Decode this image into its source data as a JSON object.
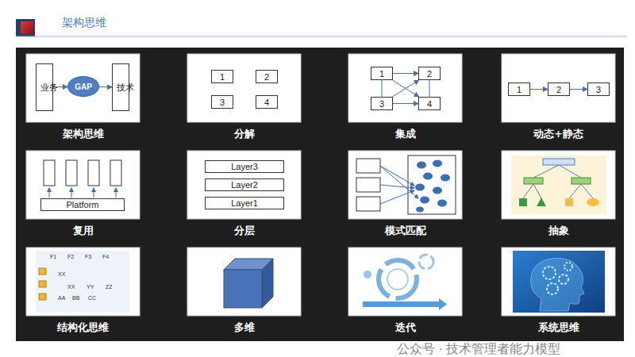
{
  "diagram": {
    "title": "架构思维",
    "nodes": [
      {
        "text": [
          "架构思维"
        ]
      },
      {
        "text": [
          "业务"
        ],
        "in": 0
      },
      {
        "text": [
          "GAP"
        ],
        "in": 0
      },
      {
        "text": [
          "技术"
        ],
        "in": 0
      },
      {
        "text": [
          "分解"
        ]
      },
      {
        "text": [
          "1"
        ],
        "in": 4
      },
      {
        "text": [
          "2"
        ],
        "in": 4
      },
      {
        "text": [
          "3"
        ],
        "in": 4
      },
      {
        "text": [
          "4"
        ],
        "in": 4
      },
      {
        "text": [
          "集成"
        ]
      },
      {
        "text": [
          "1"
        ],
        "in": 9
      },
      {
        "text": [
          "2"
        ],
        "in": 9
      },
      {
        "text": [
          "3"
        ],
        "in": 9
      },
      {
        "text": [
          "4"
        ],
        "in": 9
      },
      {
        "text": [
          "动态+静态"
        ]
      },
      {
        "text": [
          "1"
        ],
        "in": 14
      },
      {
        "text": [
          "2"
        ],
        "in": 14
      },
      {
        "text": [
          "3"
        ],
        "in": 14
      },
      {
        "text": [
          "复用"
        ]
      },
      {
        "text": [
          "Platform"
        ],
        "in": 18
      },
      {
        "text": [
          "分层"
        ]
      },
      {
        "text": [
          "Layer3"
        ],
        "in": 20
      },
      {
        "text": [
          "Layer2"
        ],
        "in": 20
      },
      {
        "text": [
          "Layer1"
        ],
        "in": 20
      },
      {
        "text": [
          "模式匹配"
        ]
      },
      {
        "text": [
          "抽象"
        ]
      },
      {
        "text": [
          "结构化思维"
        ]
      },
      {
        "text": [
          "多维"
        ]
      },
      {
        "text": [
          "迭代"
        ]
      },
      {
        "text": [
          "系统思维"
        ]
      }
    ],
    "edges": [
      {
        "from": 1,
        "to": 2,
        "arrow": "to"
      },
      {
        "from": 2,
        "to": 3,
        "arrow": "to"
      },
      {
        "from": 10,
        "to": 11,
        "arrow": "to"
      },
      {
        "from": 12,
        "to": 13,
        "arrow": "to"
      },
      {
        "from": 10,
        "to": 12,
        "arrow": "none"
      },
      {
        "from": 11,
        "to": 13,
        "arrow": "none"
      },
      {
        "from": 10,
        "to": 13,
        "arrow": "to"
      },
      {
        "from": 12,
        "to": 11,
        "arrow": "to"
      },
      {
        "from": 15,
        "to": 16,
        "arrow": "to"
      },
      {
        "from": 16,
        "to": 17,
        "arrow": "to"
      }
    ],
    "labels": [
      "F1",
      "F2",
      "F3",
      "F4",
      "XX",
      "XX",
      "YY",
      "ZZ",
      "AA",
      "BB",
      "CC",
      "公众号 · 技术管理者能力模型"
    ]
  }
}
